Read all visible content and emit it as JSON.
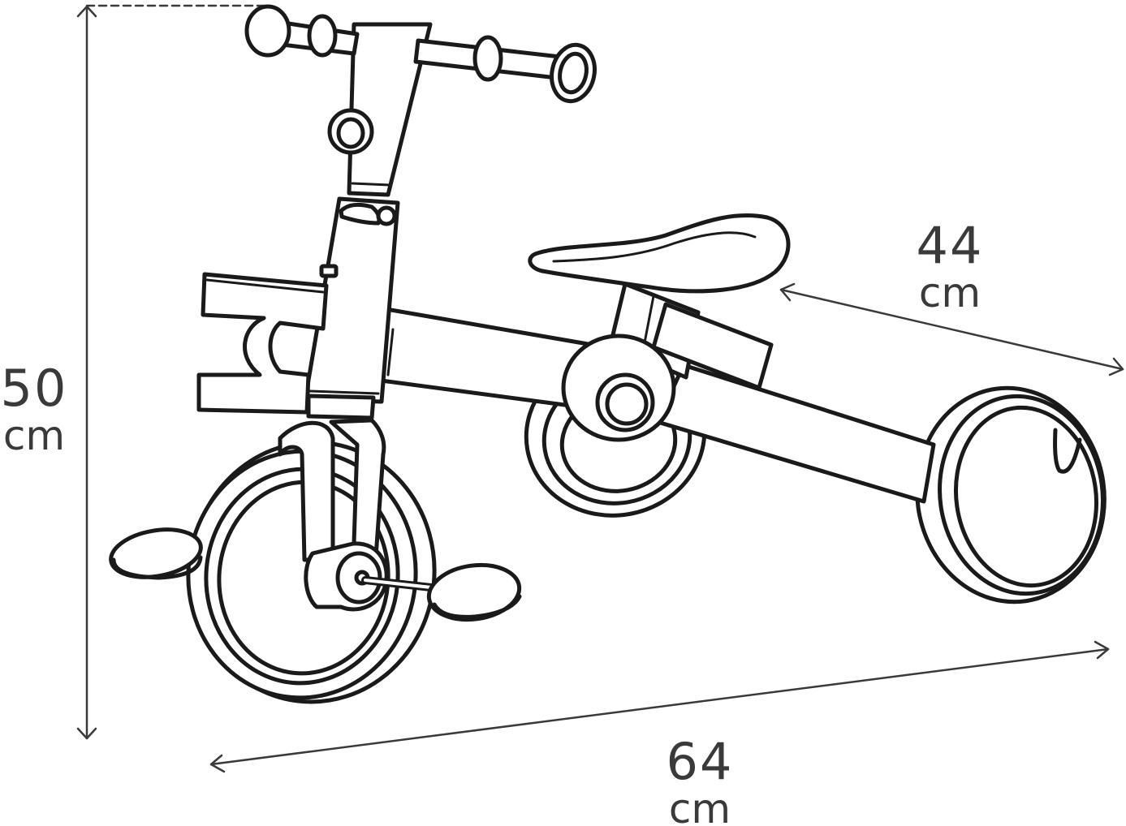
{
  "dimensions": {
    "height": {
      "value": "50",
      "unit": "cm"
    },
    "width": {
      "value": "44",
      "unit": "cm"
    },
    "length": {
      "value": "64",
      "unit": "cm"
    }
  },
  "colors": {
    "line": "#1a1a1a",
    "dimension": "#3a3a3a",
    "background": "#ffffff"
  }
}
